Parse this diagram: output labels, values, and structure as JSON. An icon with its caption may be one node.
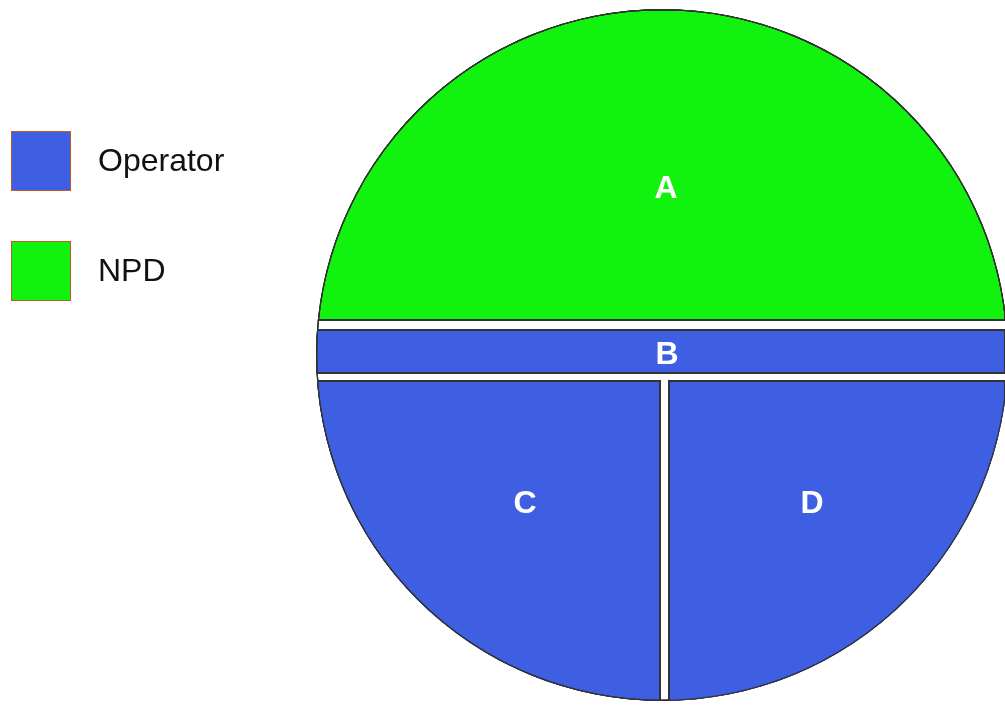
{
  "diagram": {
    "nodes": [
      {
        "text": [
          "A"
        ]
      },
      {
        "text": [
          "B"
        ]
      },
      {
        "text": [
          "C"
        ]
      },
      {
        "text": [
          "D"
        ]
      }
    ],
    "legend": [
      {
        "text": "Operator",
        "color": "#3f5fe3"
      },
      {
        "text": "NPD",
        "color": "#12f20f"
      }
    ]
  }
}
